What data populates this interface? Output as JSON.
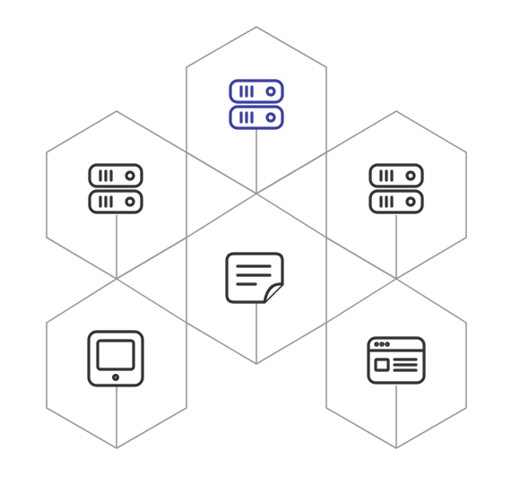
{
  "diagram": {
    "colors": {
      "edge": "#9a9a9a",
      "icon": "#333333",
      "highlight": "#3a40a0"
    },
    "nodes": [
      {
        "id": "server-top",
        "icon": "server-stack-icon",
        "highlighted": true
      },
      {
        "id": "server-left",
        "icon": "server-stack-icon",
        "highlighted": false
      },
      {
        "id": "server-right",
        "icon": "server-stack-icon",
        "highlighted": false
      },
      {
        "id": "document-center",
        "icon": "document-note-icon",
        "highlighted": false
      },
      {
        "id": "tablet-bottom-left",
        "icon": "tablet-icon",
        "highlighted": false
      },
      {
        "id": "browser-bottom-right",
        "icon": "browser-window-icon",
        "highlighted": false
      }
    ]
  }
}
